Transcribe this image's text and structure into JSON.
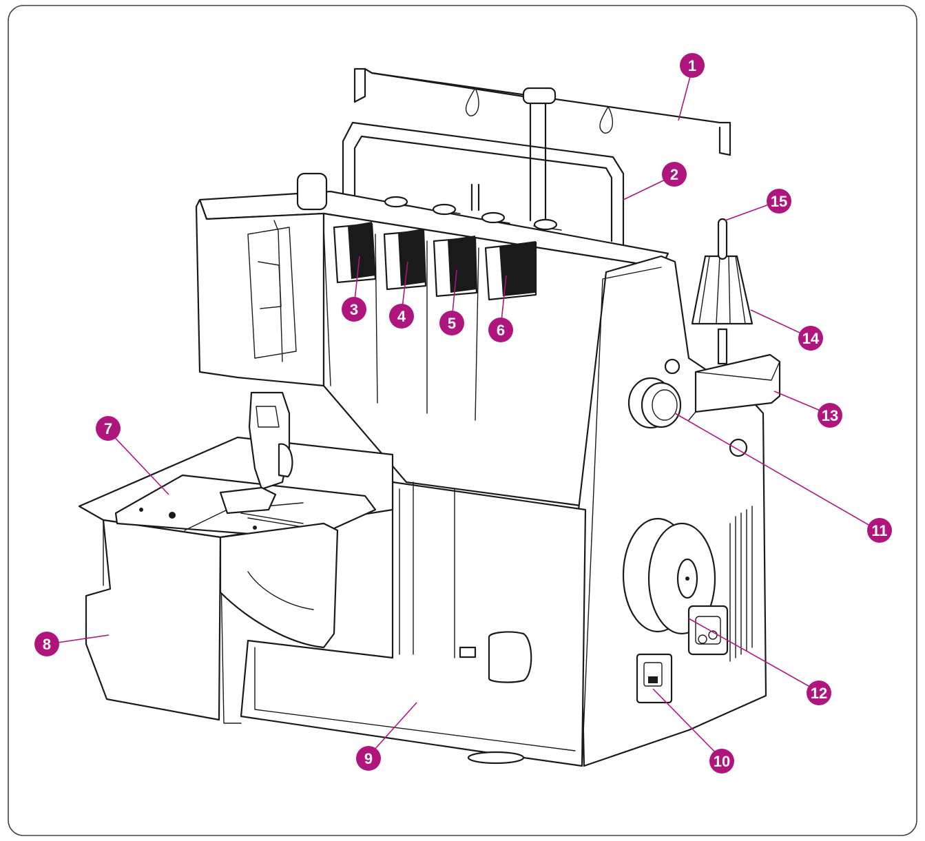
{
  "diagram": {
    "colors": {
      "callout": "#b0157e",
      "outline": "#1a1a1a",
      "background": "#ffffff"
    },
    "callouts": [
      {
        "id": "c1",
        "label": "1"
      },
      {
        "id": "c2",
        "label": "2"
      },
      {
        "id": "c3",
        "label": "3"
      },
      {
        "id": "c4",
        "label": "4"
      },
      {
        "id": "c5",
        "label": "5"
      },
      {
        "id": "c6",
        "label": "6"
      },
      {
        "id": "c7",
        "label": "7"
      },
      {
        "id": "c8",
        "label": "8"
      },
      {
        "id": "c9",
        "label": "9"
      },
      {
        "id": "c10",
        "label": "10"
      },
      {
        "id": "c11",
        "label": "11"
      },
      {
        "id": "c12",
        "label": "12"
      },
      {
        "id": "c13",
        "label": "13"
      },
      {
        "id": "c14",
        "label": "14"
      },
      {
        "id": "c15",
        "label": "15"
      }
    ]
  }
}
